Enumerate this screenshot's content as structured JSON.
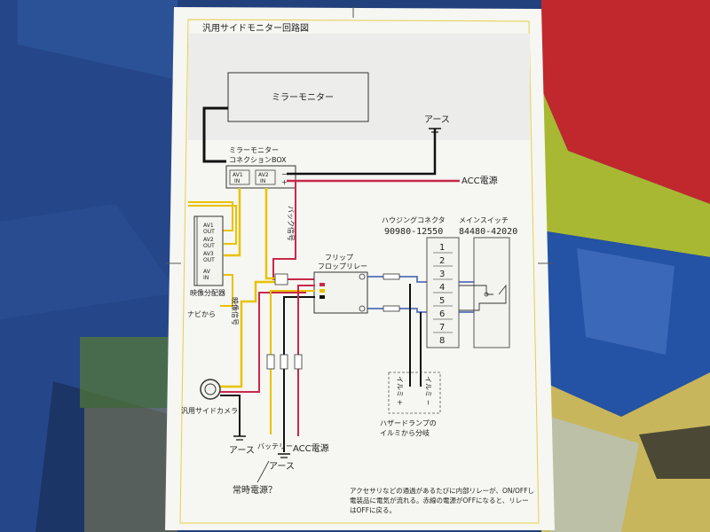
{
  "diagram": {
    "title": "汎用サイドモニター回路図",
    "mirror_monitor": "ミラーモニター",
    "connection_box_line1": "ミラーモニター",
    "connection_box_line2": "コネクションBOX",
    "av1": "AV1",
    "in1": "IN",
    "av2": "AV2",
    "in2": "IN",
    "minus": "−",
    "plus": "+",
    "ground_top": "アース",
    "acc_top": "ACC電源",
    "back_signal": "バック信号",
    "video_signal": "映像信号",
    "splitter_av1": "AV1",
    "splitter_out1": "OUT",
    "splitter_av2": "AV2",
    "splitter_out2": "OUT",
    "splitter_av3": "AV3",
    "splitter_out3": "OUT",
    "splitter_av": "AV",
    "splitter_in": "IN",
    "splitter_label": "映像分配器",
    "from_navi": "ナビから",
    "camera_label": "汎用サイドカメラ",
    "relay_line1": "フリップ",
    "relay_line2": "フロップリレー",
    "housing_label": "ハウジングコネクタ",
    "housing_code": "90980-12550",
    "main_switch_label": "メインスイッチ",
    "main_switch_code": "84480-42020",
    "pins": [
      "1",
      "2",
      "3",
      "4",
      "5",
      "6",
      "7",
      "8"
    ],
    "illumi_plus": "イルミ +",
    "illumi_minus": "イルミ −",
    "hazard_line1": "ハザードランプの",
    "hazard_line2": "イルミから分岐",
    "ground_left": "アース",
    "battery": "バッテリー",
    "acc_bottom": "ACC電源",
    "ground_bottom": "アース",
    "constant_power": "常時電源？",
    "note_line1": "アクセサリなどの通過があるたびに内部リレーが、ON/OFFし",
    "note_line2": "電装品に電気が流れる。赤線の電源がOFFになると、リレー",
    "note_line3": "はOFFに戻る。"
  },
  "colors": {
    "wire_red": "#c8284a",
    "wire_yellow": "#e8c200",
    "wire_black": "#111111",
    "paper": "#f6f6f2",
    "carpet_blue": "#1f3b78",
    "carpet_red": "#c0282e",
    "carpet_green": "#a9b832"
  }
}
